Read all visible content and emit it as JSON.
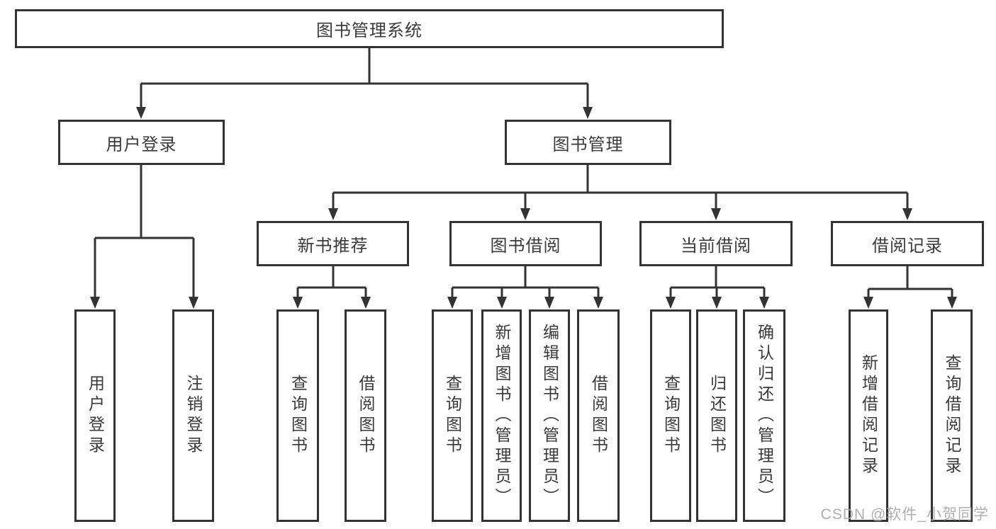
{
  "tree": {
    "label": "图书管理系统",
    "children": [
      {
        "label": "用户登录",
        "children": [
          {
            "label": "用户登录"
          },
          {
            "label": "注销登录"
          }
        ]
      },
      {
        "label": "图书管理",
        "children": [
          {
            "label": "新书推荐",
            "children": [
              {
                "label": "查询图书"
              },
              {
                "label": "借阅图书"
              }
            ]
          },
          {
            "label": "图书借阅",
            "children": [
              {
                "label": "查询图书"
              },
              {
                "label": "新增图书（管理员）"
              },
              {
                "label": "编辑图书（管理员）"
              },
              {
                "label": "借阅图书"
              }
            ]
          },
          {
            "label": "当前借阅",
            "children": [
              {
                "label": "查询图书"
              },
              {
                "label": "归还图书"
              },
              {
                "label": "确认归还（管理员）"
              }
            ]
          },
          {
            "label": "借阅记录",
            "children": [
              {
                "label": "新增借阅记录"
              },
              {
                "label": "查询借阅记录"
              }
            ]
          }
        ]
      }
    ]
  },
  "watermark": "CSDN @软件_小贺同学",
  "colors": {
    "line": "#333333",
    "text": "#3a3a3a",
    "watermark": "#a8a8a8",
    "background": "#ffffff"
  }
}
